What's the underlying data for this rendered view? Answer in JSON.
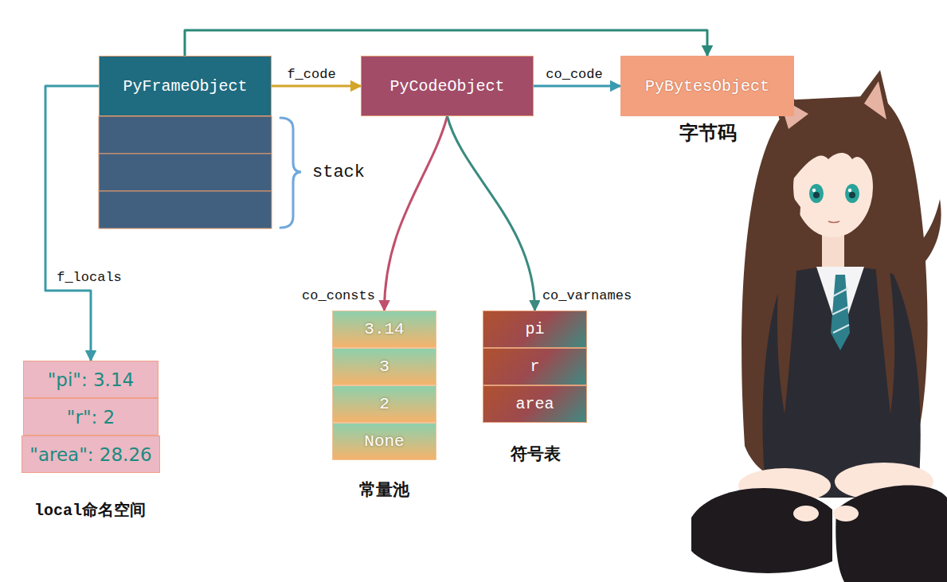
{
  "diagram": {
    "nodes": [
      {
        "text": [
          "PyFrameObject"
        ]
      },
      {
        "text": [
          "PyCodeObject"
        ]
      },
      {
        "text": [
          "PyBytesObject"
        ]
      },
      {
        "text": [
          "\"pi\": 3.14"
        ]
      },
      {
        "text": [
          "\"r\": 2"
        ]
      },
      {
        "text": [
          "\"area\": 28.26"
        ]
      },
      {
        "text": [
          "3.14"
        ]
      },
      {
        "text": [
          "3"
        ]
      },
      {
        "text": [
          "2"
        ]
      },
      {
        "text": [
          "None"
        ]
      },
      {
        "text": [
          "pi"
        ]
      },
      {
        "text": [
          "r"
        ]
      },
      {
        "text": [
          "area"
        ]
      }
    ],
    "edges": [
      {
        "from": 0,
        "to": 1,
        "label": "f_code",
        "arrow": "to"
      },
      {
        "from": 1,
        "to": 2,
        "label": "co_code",
        "arrow": "to"
      },
      {
        "from": 0,
        "to": 2,
        "arrow": "to"
      },
      {
        "from": 0,
        "to": 3,
        "label": "f_locals",
        "arrow": "to"
      },
      {
        "from": 1,
        "to": 6,
        "label": "co_consts",
        "arrow": "to"
      },
      {
        "from": 1,
        "to": 10,
        "label": "co_varnames",
        "arrow": "to"
      }
    ],
    "labels": [
      "字节码",
      "stack",
      "local命名空间",
      "常量池",
      "符号表"
    ]
  }
}
